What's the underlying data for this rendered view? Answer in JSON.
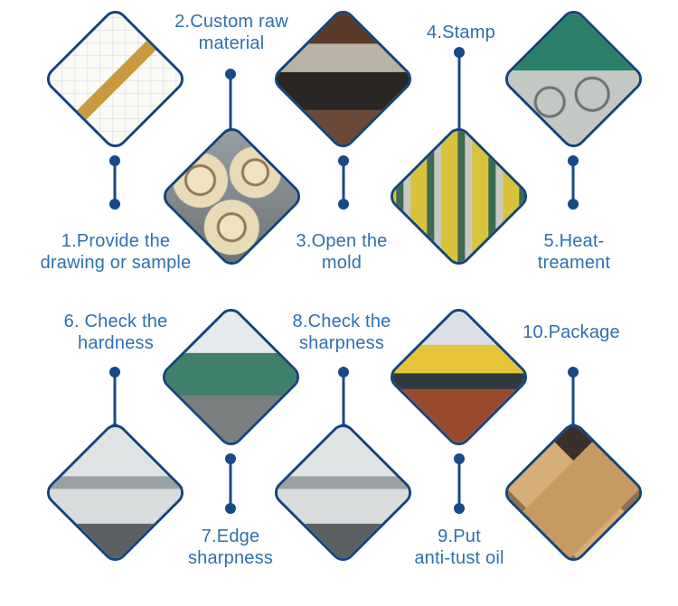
{
  "steps": [
    {
      "id": 1,
      "label_lines": [
        "1.Provide the",
        "drawing or sample"
      ],
      "icon": "drawing-photo",
      "color": "#f7f3e6"
    },
    {
      "id": 2,
      "label_lines": [
        "2.Custom raw",
        "material"
      ],
      "icon": "steel-coils-photo",
      "color": "#d9c9a0"
    },
    {
      "id": 3,
      "label_lines": [
        "3.Open the",
        "mold"
      ],
      "icon": "mold-photo",
      "color": "#5a3b2a"
    },
    {
      "id": 4,
      "label_lines": [
        "4.Stamp"
      ],
      "icon": "stamping-press-photo",
      "color": "#d8c23c"
    },
    {
      "id": 5,
      "label_lines": [
        "5.Heat-",
        "treament"
      ],
      "icon": "heat-treatment-photo",
      "color": "#2c7f6a"
    },
    {
      "id": 6,
      "label_lines": [
        "6. Check the",
        "hardness"
      ],
      "icon": "hardness-tester-photo",
      "color": "#cfd3d4"
    },
    {
      "id": 7,
      "label_lines": [
        "7.Edge",
        "sharpness"
      ],
      "icon": "edge-grinding-photo",
      "color": "#3f7f6b"
    },
    {
      "id": 8,
      "label_lines": [
        "8.Check the",
        "sharpness"
      ],
      "icon": "sharpness-tester-photo",
      "color": "#cfd3d4"
    },
    {
      "id": 9,
      "label_lines": [
        "9.Put",
        "anti-tust oil"
      ],
      "icon": "oil-line-photo",
      "color": "#e7c33a"
    },
    {
      "id": 10,
      "label_lines": [
        "10.Package"
      ],
      "icon": "cardboard-boxes-photo",
      "color": "#c79a63"
    }
  ],
  "colors": {
    "diamond_border": "#15447a",
    "connector": "#174a86",
    "label_text": "#2f6fb2"
  }
}
